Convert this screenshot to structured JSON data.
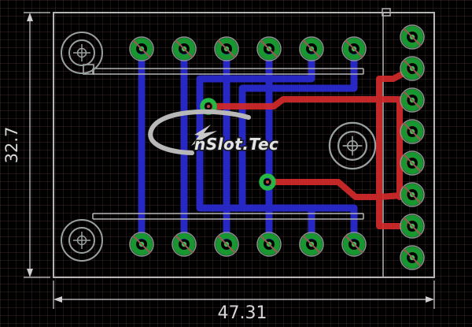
{
  "app": {
    "type": "pcb-layout-viewer"
  },
  "dimensions": {
    "height_label": "32.7",
    "width_label": "47.31"
  },
  "logo": {
    "text": "nSlot.Tec"
  },
  "layers": {
    "background_color": "#000000",
    "grid_color": "#3a2626",
    "top_copper_color": "#d42a2a",
    "bottom_copper_color": "#2b2bd4",
    "pad_ring_color": "#18962f",
    "pad_center_color": "#2ecc4c",
    "via_color": "#25b845",
    "silkscreen_color": "#b4b4b4",
    "dimension_color": "#d6d6d6"
  },
  "board": {
    "top_pad_count": 6,
    "bottom_pad_count": 6,
    "right_pad_count": 8,
    "mounting_hole_count": 3,
    "via_count": 2
  }
}
